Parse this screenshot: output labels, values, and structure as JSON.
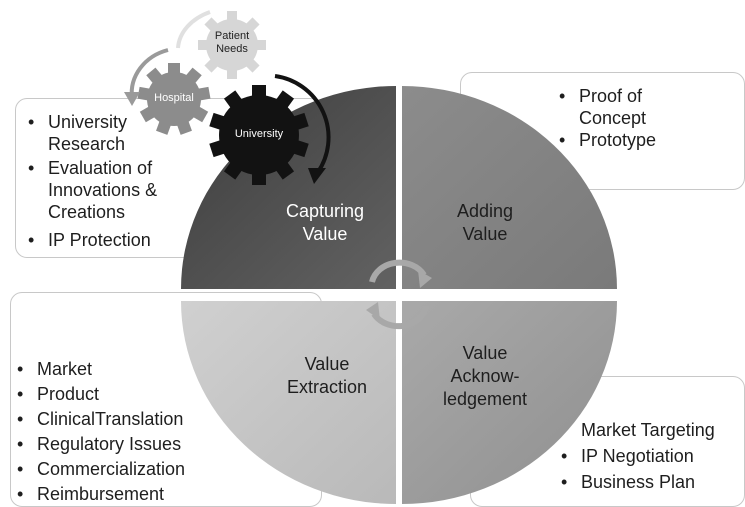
{
  "quadrants": {
    "top_left": "Capturing\nValue",
    "top_right": "Adding\nValue",
    "bottom_left": "Value\nExtraction",
    "bottom_right": "Value\nAcknow-\nledgement"
  },
  "gears": {
    "patient": "Patient\nNeeds",
    "hospital": "Hospital",
    "university": "University"
  },
  "boxes": {
    "top_left": [
      "University\nResearch",
      "Evaluation of\nInnovations &\nCreations",
      "IP Protection"
    ],
    "top_right": [
      "Proof of\nConcept",
      "Prototype"
    ],
    "bottom_left": [
      "Market",
      "Product",
      "ClinicalTranslation",
      "Regulatory Issues",
      "Commercialization",
      "Reimbursement"
    ],
    "bottom_right": [
      "Market Targeting",
      "IP Negotiation",
      "Business Plan"
    ]
  },
  "colors": {
    "capturing": "#515151",
    "adding": "#838383",
    "extraction": "#c4c4c4",
    "acknowledgement": "#9b9b9b",
    "gear_patient": "#d4d4d4",
    "gear_hospital": "#8a8a8a",
    "gear_university": "#111111"
  }
}
